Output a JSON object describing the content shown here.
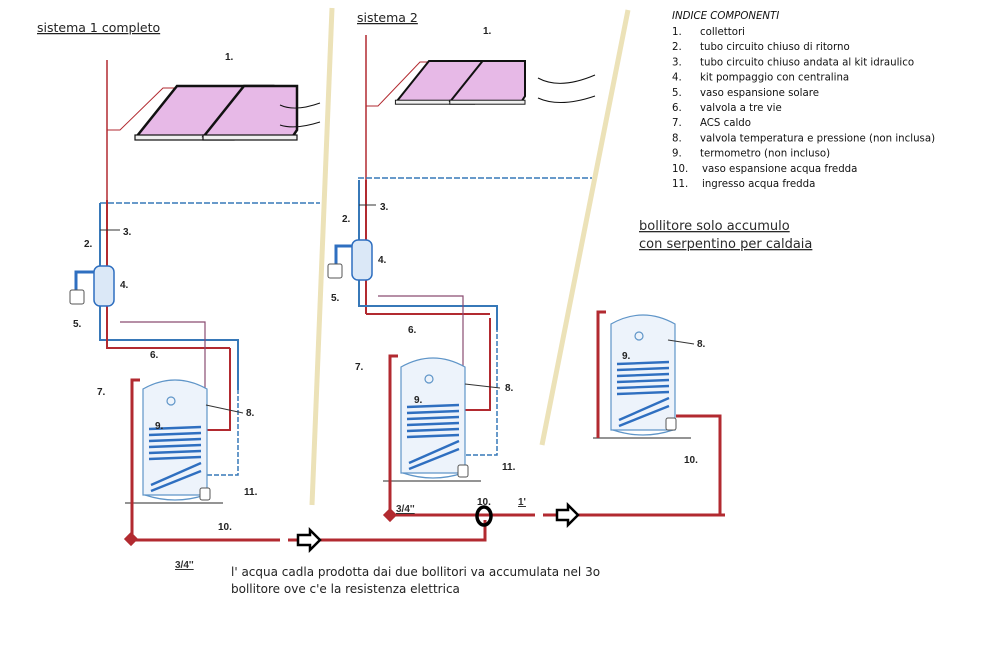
{
  "titles": {
    "system1": "sistema 1 completo",
    "system2": "sistema 2",
    "storage_line1": "bollitore solo accumulo",
    "storage_line2": "con serpentino per caldaia"
  },
  "component_index": {
    "heading": "INDICE COMPONENTI",
    "items": [
      {
        "num": "1.",
        "label": "collettori"
      },
      {
        "num": "2.",
        "label": "tubo circuito chiuso di ritorno"
      },
      {
        "num": "3.",
        "label": "tubo circuito chiuso andata al kit idraulico"
      },
      {
        "num": "4.",
        "label": "kit pompaggio con centralina"
      },
      {
        "num": "5.",
        "label": "vaso espansione solare"
      },
      {
        "num": "6.",
        "label": "valvola a tre vie"
      },
      {
        "num": "7.",
        "label": "ACS caldo"
      },
      {
        "num": "8.",
        "label": "valvola temperatura e pressione (non inclusa)"
      },
      {
        "num": "9.",
        "label": "termometro (non incluso)"
      },
      {
        "num": "10.",
        "label": "vaso espansione acqua fredda"
      },
      {
        "num": "11.",
        "label": "ingresso acqua fredda"
      }
    ]
  },
  "callouts": {
    "system1": {
      "c1": "1.",
      "c2": "2.",
      "c3": "3.",
      "c4": "4.",
      "c5": "5.",
      "c6": "6.",
      "c7": "7.",
      "c8": "8.",
      "c9": "9.",
      "c10": "10.",
      "c11": "11."
    },
    "system2": {
      "c1": "1.",
      "c2": "2.",
      "c3": "3.",
      "c4": "4.",
      "c5": "5.",
      "c6": "6.",
      "c7": "7.",
      "c8": "8.",
      "c9": "9.",
      "c10": "10.",
      "c11": "11."
    },
    "storage": {
      "c8": "8.",
      "c9": "9.",
      "c10": "10."
    }
  },
  "pipe_sizes": {
    "bottom_left": "3/4''",
    "system2_out": "3/4''",
    "storage_in": "1'"
  },
  "note": {
    "line1": "l' acqua cadla prodotta dai due bollitori va  accumulata nel 3o",
    "line2": "bollitore ove c'e la resistenza elettrica"
  },
  "colors": {
    "hot_pipe": "#b22a30",
    "cold_pipe": "#3778b8",
    "collector_fill": "#e7b9e7",
    "separator": "#ece2b8"
  }
}
